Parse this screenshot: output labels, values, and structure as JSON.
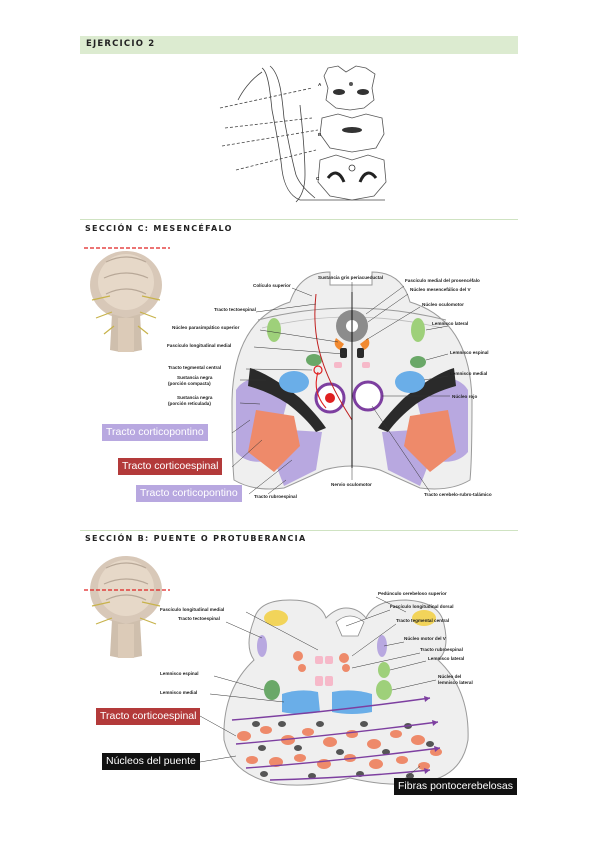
{
  "exercise": {
    "title": "EJERCICIO 2"
  },
  "sections": {
    "c_title": "SECCIÓN C: MESENCÉFALO",
    "b_title": "SECCIÓN B: PUENTE O PROTUBERANCIA"
  },
  "mini_labels": [
    "A",
    "B",
    "C"
  ],
  "mesencefalo": {
    "labels": {
      "sustancia_gris": "Sustancia gris periacueductal",
      "coliculo": "Colículo superior",
      "fasciculo_medial_prosencefalo": "Fascículo medial del prosencéfalo",
      "nucleo_mesencefalico": "Núcleo mesencefálico del V",
      "tracto_tectoespinal": "Tracto tectoespinal",
      "nucleo_oculomotor": "Núcleo oculomotor",
      "nucleos_parasimpatico": "Núcleo parasimpático superior",
      "lemnisco_lateral": "Lemnisco lateral",
      "fasciculo_longitudinal_medial": "Fascículo longitudinal medial",
      "lemnisco_espinal": "Lemnisco espinal",
      "tracto_tegmental": "Tracto tegmental central",
      "lemnisco_medial": "Lemnisco medial",
      "sustancia_negra_compacta": "Sustancia negra",
      "sustancia_negra_compacta_2": "(porción compacta)",
      "sustancia_negra_reticulada": "Sustancia negra",
      "sustancia_negra_reticulada_2": "(porción reticulada)",
      "nucleo_rojo": "Núcleo rojo",
      "nervio_oculomotor": "Nervio oculomotor",
      "tracto_rubroespinal": "Tracto rubroespinal",
      "tracto_cerebelo": "Tracto cerebelo-rubro-talámico"
    },
    "tags": {
      "corticopontino_1": "Tracto corticopontino",
      "corticoespinal": "Tracto corticoespinal",
      "corticopontino_2": "Tracto corticopontino"
    }
  },
  "puente": {
    "labels": {
      "pedunculo": "Pedúnculo cerebeloso superior",
      "fasciculo_longitudinal_medial": "Fascículo longitudinal medial",
      "fasciculo_longitudinal_dorsal": "Fascículo longitudinal dorsal",
      "tracto_tegmental": "Tracto tegmental central",
      "tracto_tectoespinal": "Tracto tectoespinal",
      "nucleo_motor": "Núcleo motor del V",
      "tracto_rubroespinal": "Tracto rubroespinal",
      "lemnisco_lateral": "Lemnisco lateral",
      "lemnisco_espinal": "Lemnisco espinal",
      "nucleo_lemnisco": "Núcleo del",
      "nucleo_lemnisco_2": "lemnisco lateral",
      "lemnisco_medial": "Lemnisco medial"
    },
    "tags": {
      "corticoespinal": "Tracto corticoespinal",
      "nucleos": "Núcleos del puente",
      "fibras": "Fibras pontocerebelosas"
    }
  },
  "colors": {
    "purple": "#b8a8e0",
    "salmon": "#ee8a6a",
    "red_tag": "#b33a3a",
    "blue": "#6aaee8",
    "green": "#9ed07a",
    "yellow": "#f2d45a",
    "band": "#dcebd0"
  }
}
